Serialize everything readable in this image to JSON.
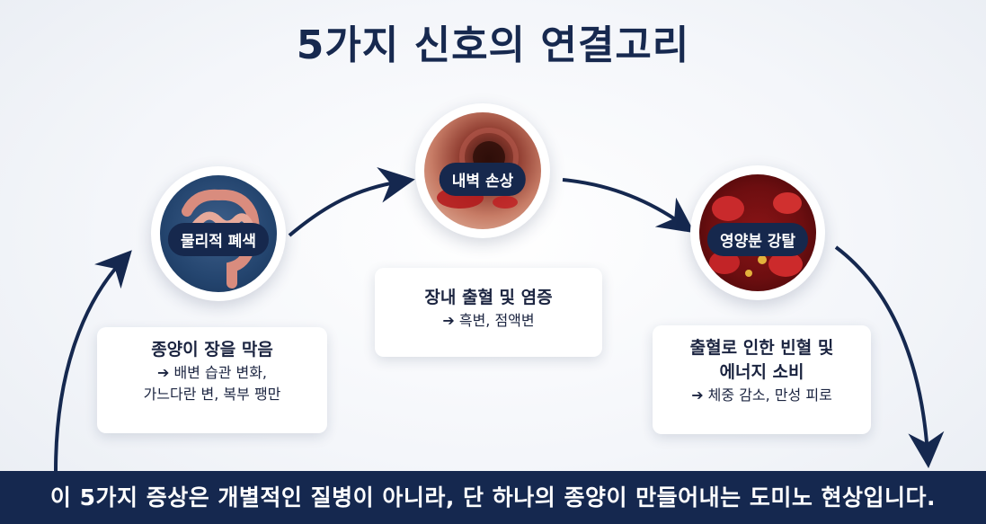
{
  "title": "5가지 신호의 연결고리",
  "nodes": [
    {
      "label": "물리적 폐색",
      "image": "intestine-illustration"
    },
    {
      "label": "내벽 손상",
      "image": "intestinal-wall-endoscopy"
    },
    {
      "label": "영양분 강탈",
      "image": "blood-cells-illustration"
    }
  ],
  "cards": [
    {
      "heading": "종양이 장을 막음",
      "detail_lines": [
        "➔ 배변 습관 변화,",
        "가느다란 변, 복부 팽만"
      ]
    },
    {
      "heading": "장내 출혈 및 염증",
      "detail_lines": [
        "➔ 흑변, 점액변"
      ]
    },
    {
      "heading_lines": [
        "출혈로 인한 빈혈 및",
        "에너지 소비"
      ],
      "detail_lines": [
        "➔ 체중 감소, 만성 피로"
      ]
    }
  ],
  "banner": "이 5가지 증상은 개별적인 질병이 아니라, 단 하나의 종양이 만들어내는 도미노 현상입니다.",
  "colors": {
    "navy": "#15284f",
    "background": "#f4f6fa"
  }
}
